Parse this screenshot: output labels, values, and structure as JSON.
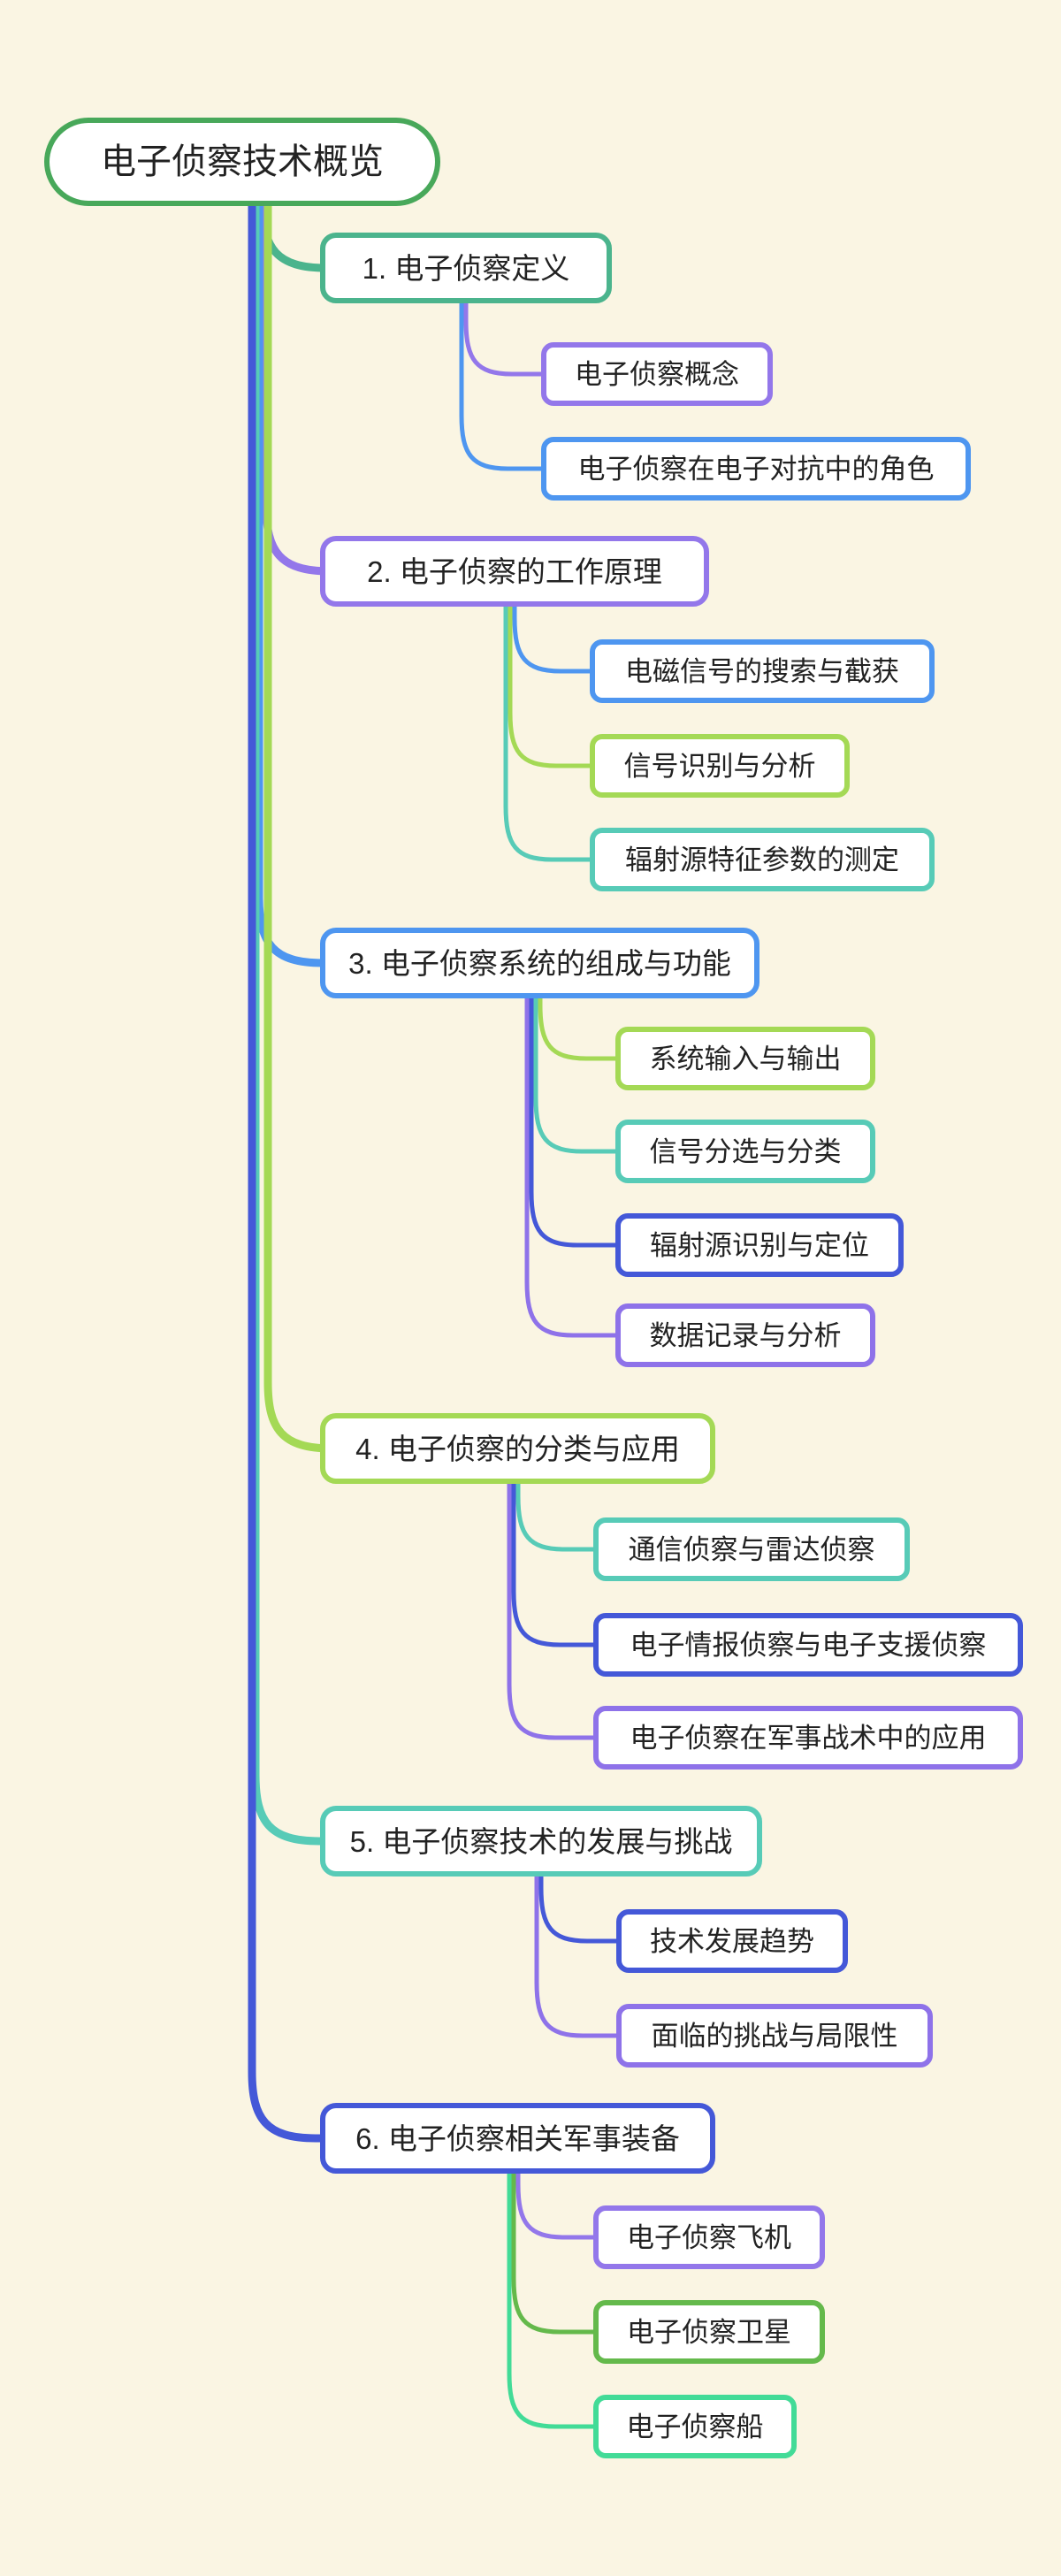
{
  "canvas": {
    "background_color": "#FAF5E3",
    "node_fill_color": "#FFFFFF",
    "text_color": "#222222"
  },
  "root": {
    "label": "电子侦察技术概览",
    "color": "#48A85A"
  },
  "branches": [
    {
      "label": "1. 电子侦察定义",
      "color": "#4BB48D",
      "children": [
        {
          "label": "电子侦察概念",
          "color": "#9377EA"
        },
        {
          "label": "电子侦察在电子对抗中的角色",
          "color": "#4E96F0"
        }
      ]
    },
    {
      "label": "2. 电子侦察的工作原理",
      "color": "#9377EA",
      "children": [
        {
          "label": "电磁信号的搜索与截获",
          "color": "#4E96F0"
        },
        {
          "label": "信号识别与分析",
          "color": "#A4D955"
        },
        {
          "label": "辐射源特征参数的测定",
          "color": "#57CBB7"
        }
      ]
    },
    {
      "label": "3. 电子侦察系统的组成与功能",
      "color": "#4E96F0",
      "children": [
        {
          "label": "系统输入与输出",
          "color": "#A4D955"
        },
        {
          "label": "信号分选与分类",
          "color": "#57CBB7"
        },
        {
          "label": "辐射源识别与定位",
          "color": "#4458D8"
        },
        {
          "label": "数据记录与分析",
          "color": "#8E72E9"
        }
      ]
    },
    {
      "label": "4. 电子侦察的分类与应用",
      "color": "#A4D955",
      "children": [
        {
          "label": "通信侦察与雷达侦察",
          "color": "#57CBB7"
        },
        {
          "label": "电子情报侦察与电子支援侦察",
          "color": "#4458D8"
        },
        {
          "label": "电子侦察在军事战术中的应用",
          "color": "#8E72E9"
        }
      ]
    },
    {
      "label": "5. 电子侦察技术的发展与挑战",
      "color": "#57CBB7",
      "children": [
        {
          "label": "技术发展趋势",
          "color": "#4458D8"
        },
        {
          "label": "面临的挑战与局限性",
          "color": "#8E72E9"
        }
      ]
    },
    {
      "label": "6. 电子侦察相关军事装备",
      "color": "#4458D8",
      "children": [
        {
          "label": "电子侦察飞机",
          "color": "#9377EA"
        },
        {
          "label": "电子侦察卫星",
          "color": "#64B94B"
        },
        {
          "label": "电子侦察船",
          "color": "#42DB97"
        }
      ]
    }
  ]
}
